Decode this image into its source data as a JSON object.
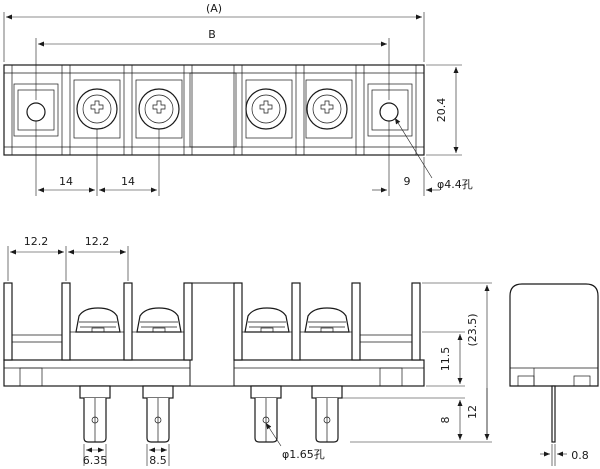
{
  "top_view": {
    "dim_overall": "(A)",
    "dim_pitch_span": "B",
    "dim_pitch_1": "14",
    "dim_pitch_2": "14",
    "dim_end_hole": "9",
    "dim_height": "20.4",
    "hole_note": "φ4.4孔"
  },
  "front_view": {
    "dim_barrier_1": "12.2",
    "dim_barrier_2": "12.2",
    "dim_body_height": "11.5",
    "dim_total_height": "(23.5)",
    "dim_tab_length": "8",
    "dim_tab_total": "12",
    "dim_tab_width_1": "6.35",
    "dim_tab_width_2": "8.5",
    "tab_hole_note": "φ1.65孔"
  },
  "side_view": {
    "dim_tab_thickness": "0.8"
  }
}
